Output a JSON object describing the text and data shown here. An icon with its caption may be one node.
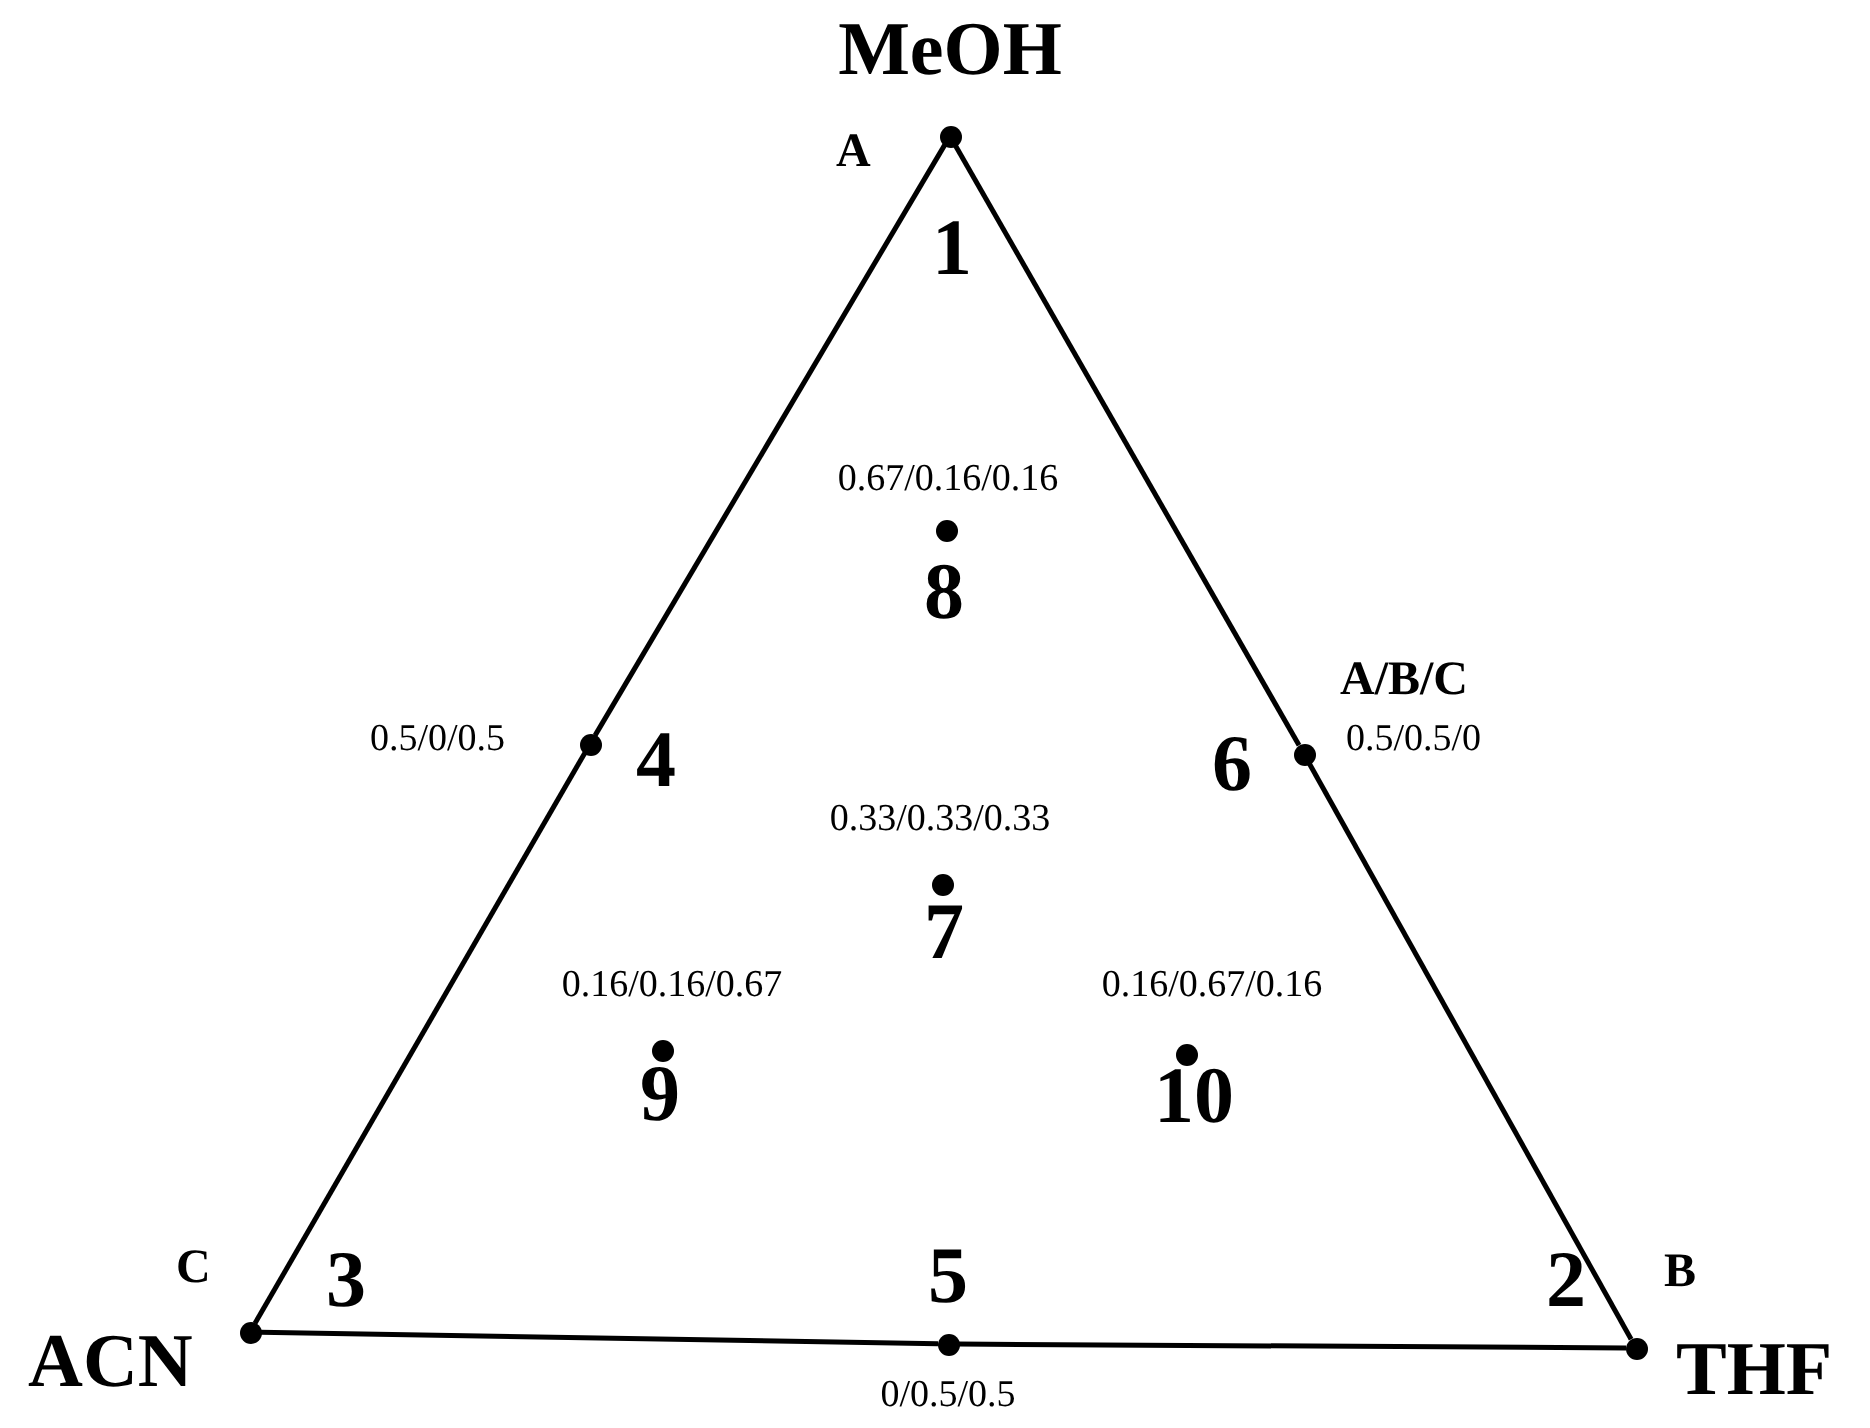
{
  "diagram": {
    "nodes": [
      {
        "text": [],
        "shape": "circle"
      },
      {
        "text": [],
        "shape": "circle"
      },
      {
        "text": [],
        "shape": "circle"
      },
      {
        "text": [],
        "shape": "circle"
      },
      {
        "text": [],
        "shape": "circle"
      },
      {
        "text": [],
        "shape": "circle"
      },
      {
        "text": [],
        "shape": "circle"
      },
      {
        "text": [],
        "shape": "circle"
      },
      {
        "text": [],
        "shape": "circle"
      },
      {
        "text": [],
        "shape": "circle"
      }
    ],
    "edges": [
      {
        "from": 0,
        "to": 3,
        "arrow": "none"
      },
      {
        "from": 3,
        "to": 9,
        "arrow": "none"
      },
      {
        "from": 9,
        "to": 8,
        "arrow": "none"
      },
      {
        "from": 8,
        "to": 7,
        "arrow": "none"
      },
      {
        "from": 7,
        "to": 2,
        "arrow": "none"
      },
      {
        "from": 2,
        "to": 0,
        "arrow": "none"
      }
    ],
    "labels": [
      "MeOH",
      "A",
      "1",
      "0.67/0.16/0.16",
      "8",
      "A/B/C",
      "0.5/0/0.5",
      "4",
      "6",
      "0.5/0.5/0",
      "0.33/0.33/0.33",
      "7",
      "0.16/0.16/0.67",
      "0.16/0.67/0.16",
      "9",
      "10",
      "C",
      "3",
      "5",
      "2",
      "B",
      "ACN",
      "0/0.5/0.5",
      "THF"
    ]
  }
}
